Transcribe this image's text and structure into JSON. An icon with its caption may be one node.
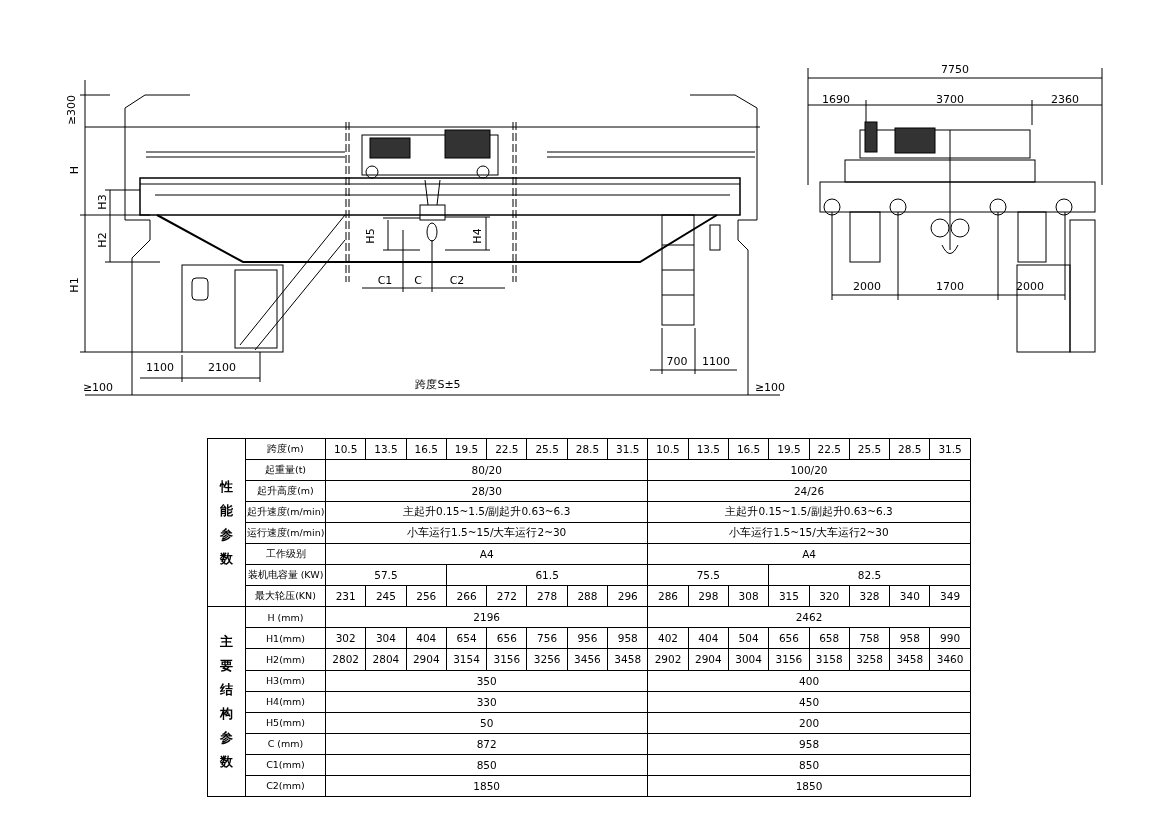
{
  "diagram": {
    "labels": [
      "7750",
      "1690",
      "3700",
      "2360",
      "≥300",
      "H",
      "H3",
      "H2",
      "H5",
      "H4",
      "H1",
      "C1",
      "C",
      "C2",
      "2000",
      "1700",
      "2000",
      "1100",
      "2100",
      "700",
      "1100",
      "≥100",
      "跨度S±5",
      "≥100",
      "性能参数",
      "跨度(m)",
      "10.5",
      "13.5",
      "16.5",
      "19.5",
      "22.5",
      "25.5",
      "28.5",
      "31.5",
      "10.5",
      "13.5",
      "16.5",
      "19.5",
      "22.5",
      "25.5",
      "28.5",
      "31.5",
      "起重量(t)",
      "80/20",
      "100/20",
      "起升高度(m)",
      "28/30",
      "24/26",
      "起升速度(m/min)",
      "主起升0.15~1.5/副起升0.63~6.3",
      "主起升0.15~1.5/副起升0.63~6.3",
      "运行速度(m/min)",
      "小车运行1.5~15/大车运行2~30",
      "小车运行1.5~15/大车运行2~30",
      "工作级别",
      "A4",
      "A4",
      "装机电容量 (KW)",
      "57.5",
      "61.5",
      "75.5",
      "82.5",
      "最大轮压(KN)",
      "231",
      "245",
      "256",
      "266",
      "272",
      "278",
      "288",
      "296",
      "286",
      "298",
      "308",
      "315",
      "320",
      "328",
      "340",
      "349",
      "主要结构参数",
      "H (mm)",
      "2196",
      "2462",
      "H1(mm)",
      "302",
      "304",
      "404",
      "654",
      "656",
      "756",
      "956",
      "958",
      "402",
      "404",
      "504",
      "656",
      "658",
      "758",
      "958",
      "990",
      "H2(mm)",
      "2802",
      "2804",
      "2904",
      "3154",
      "3156",
      "3256",
      "3456",
      "3458",
      "2902",
      "2904",
      "3004",
      "3156",
      "3158",
      "3258",
      "3458",
      "3460",
      "H3(mm)",
      "350",
      "400",
      "H4(mm)",
      "330",
      "450",
      "H5(mm)",
      "50",
      "200",
      "C (mm)",
      "872",
      "958",
      "C1(mm)",
      "850",
      "850",
      "C2(mm)",
      "1850",
      "1850"
    ]
  }
}
